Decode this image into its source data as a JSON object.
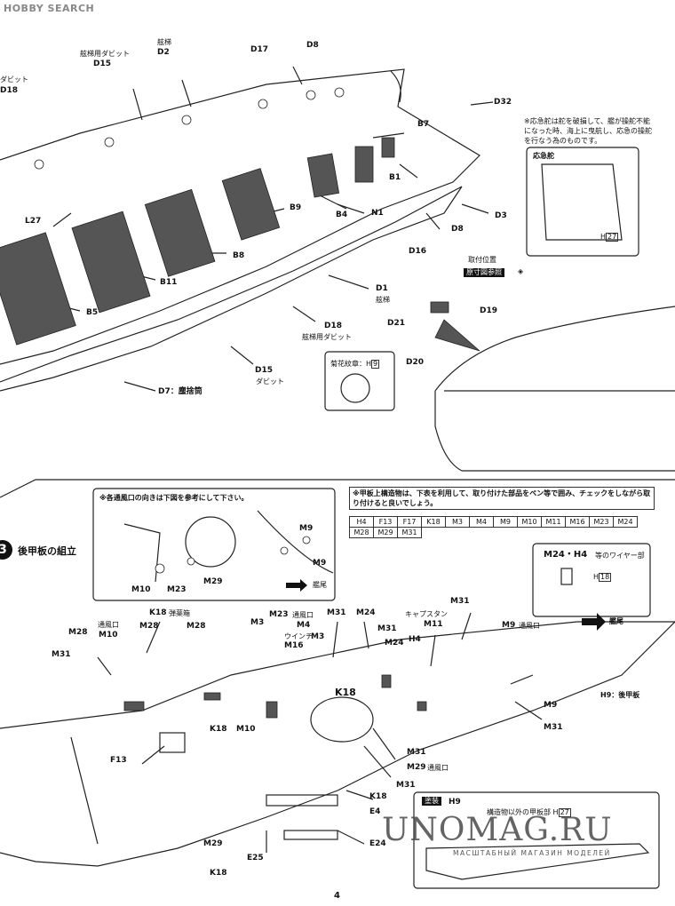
{
  "header": {
    "brand": "HOBBY SEARCH"
  },
  "page_number": "4",
  "watermark": {
    "main": "UNOMAG.RU",
    "sub": "МАСШТАБНЫЙ МАГАЗИН МОДЕЛЕЙ"
  },
  "upper": {
    "labels": {
      "d15a": "D15",
      "d15a_jp": "舷梯用ダビット",
      "d2": "D2",
      "d2_jp": "舷梯",
      "d17": "D17",
      "d8a": "D8",
      "d18a": "D18",
      "d18a_jp": "ダビット",
      "d32": "D32",
      "b7": "B7",
      "b1": "B1",
      "n1": "N1",
      "b4": "B4",
      "b9": "B9",
      "d3": "D3",
      "d8b": "D8",
      "d16": "D16",
      "l27": "L27",
      "b8": "B8",
      "b11": "B11",
      "b5": "B5",
      "d1": "D1",
      "d1_jp": "舷梯",
      "d18b": "D18",
      "d18b_jp": "舷梯用ダビット",
      "d15b": "D15",
      "d15b_jp": "ダビット",
      "d7": "D7：塵捨筒",
      "d21": "D21",
      "d19": "D19",
      "d20": "D20"
    },
    "rudder_note": "※応急舵は舵を破損して、艦が操舵不能になった時、海上に曳航し、応急の操舵を行なう為のものです。",
    "rudder_title": "応急舵",
    "rudder_part": "H",
    "rudder_part_num": "27",
    "mount_pos": "取付位置",
    "mount_ref": "原寸図参照",
    "chrysanthemum": "菊花紋章：H",
    "chrysanthemum_num": "9"
  },
  "step3": {
    "number": "3",
    "title": "後甲板の組立",
    "vent_note": "※各通風口の向きは下図を参考にして下さい。",
    "vent_labels": {
      "m9a": "M9",
      "m9b": "M9",
      "m10": "M10",
      "m23": "M23",
      "m29": "M29",
      "stern": "艦尾"
    },
    "check_note": "※甲板上構造物は、下表を利用して、取り付けた部品をペン等で囲み、チェックをしながら取り付けると良いでしょう。",
    "check_rows": [
      [
        "H4",
        "F13",
        "F17",
        "K18",
        "M3",
        "M4",
        "M9",
        "M10",
        "M11",
        "M16",
        "M23",
        "M24"
      ],
      [
        "M28",
        "M29",
        "M31",
        "",
        "",
        "",
        "",
        "",
        "",
        "",
        "",
        ""
      ]
    ],
    "wire_title": "M24・H4",
    "wire_sub": "等のワイヤー部",
    "wire_part": "H",
    "wire_part_num": "18",
    "stern_arrow": "艦尾",
    "paint_tag": "塗装",
    "paint_part": "H9",
    "paint_note": "構造物以外の甲板部 H",
    "paint_num": "27",
    "deck_labels": {
      "m28a": "M28",
      "m10a": "M10",
      "m10a_jp": "通風口",
      "k18a": "K18",
      "k18a_jp": "弾薬箱",
      "m28b": "M28",
      "m28c": "M28",
      "m3a": "M3",
      "m23": "M23",
      "m23_jp": "通風口",
      "m31a": "M31",
      "m24a": "M24",
      "m31b": "M31",
      "m31c": "M31",
      "m16": "M16",
      "m16_jp": "ウインチ",
      "m4": "M4",
      "m3b": "M3",
      "m31d": "M31",
      "m24b": "M24",
      "m11": "M11",
      "m11_jp": "キャプスタン",
      "h4": "H4",
      "m31e": "M31",
      "m9": "M9",
      "m9_jp": "通風口",
      "k18b": "K18",
      "h9": "H9：後甲板",
      "m9b": "M9",
      "m31f": "M31",
      "f13": "F13",
      "k18c": "K18",
      "m10b": "M10",
      "m31g": "M31",
      "m29": "M29",
      "m29_jp": "通風口",
      "m31h": "M31",
      "k18d": "K18",
      "e4": "E4",
      "e25": "E25",
      "e24": "E24",
      "m29b": "M29",
      "k18e": "K18"
    }
  }
}
